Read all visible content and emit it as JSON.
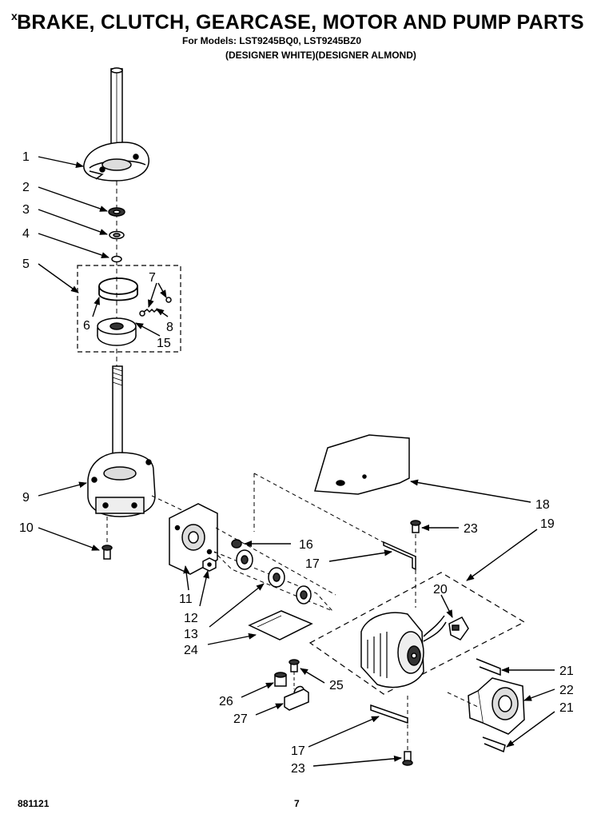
{
  "header": {
    "corner_mark": "x",
    "title": "BRAKE, CLUTCH, GEARCASE, MOTOR AND PUMP PARTS",
    "models_line": "For Models: LST9245BQ0, LST9245BZ0",
    "colors_line": "(DESIGNER WHITE)(DESIGNER ALMOND)"
  },
  "footer": {
    "doc_number": "881121",
    "page_number": "7"
  },
  "callouts": [
    {
      "id": "c1",
      "label": "1"
    },
    {
      "id": "c2",
      "label": "2"
    },
    {
      "id": "c3",
      "label": "3"
    },
    {
      "id": "c4",
      "label": "4"
    },
    {
      "id": "c5",
      "label": "5"
    },
    {
      "id": "c6",
      "label": "6"
    },
    {
      "id": "c7",
      "label": "7"
    },
    {
      "id": "c8",
      "label": "8"
    },
    {
      "id": "c15",
      "label": "15"
    },
    {
      "id": "c9",
      "label": "9"
    },
    {
      "id": "c10",
      "label": "10"
    },
    {
      "id": "c11",
      "label": "11"
    },
    {
      "id": "c12",
      "label": "12"
    },
    {
      "id": "c13",
      "label": "13"
    },
    {
      "id": "c24",
      "label": "24"
    },
    {
      "id": "c16",
      "label": "16"
    },
    {
      "id": "c17a",
      "label": "17"
    },
    {
      "id": "c18",
      "label": "18"
    },
    {
      "id": "c19",
      "label": "19"
    },
    {
      "id": "c23a",
      "label": "23"
    },
    {
      "id": "c20",
      "label": "20"
    },
    {
      "id": "c21a",
      "label": "21"
    },
    {
      "id": "c22",
      "label": "22"
    },
    {
      "id": "c21b",
      "label": "21"
    },
    {
      "id": "c25",
      "label": "25"
    },
    {
      "id": "c26",
      "label": "26"
    },
    {
      "id": "c27",
      "label": "27"
    },
    {
      "id": "c17b",
      "label": "17"
    },
    {
      "id": "c23b",
      "label": "23"
    }
  ]
}
